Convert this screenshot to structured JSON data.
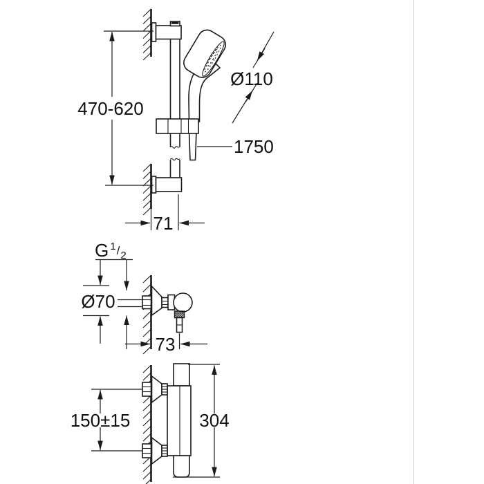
{
  "canvas": {
    "background": "#ffffff",
    "line_color": "#1a1a1a",
    "faint_edge_color": "#cccccc"
  },
  "views": {
    "hand_shower_rail_set": {
      "rail_height_range": "470-620",
      "head_diameter": "Ø110",
      "hose_length": "1750",
      "rail_wall_offset": "71"
    },
    "shower_outlet_elbow": {
      "thread_prefix": "G",
      "thread_numerator": "1",
      "thread_slash": "/",
      "thread_denominator": "2",
      "escutcheon_diameter": "Ø70",
      "wall_offset": "73"
    },
    "thermostatic_mixer": {
      "connection_spacing": "150±15",
      "body_height": "304"
    }
  }
}
